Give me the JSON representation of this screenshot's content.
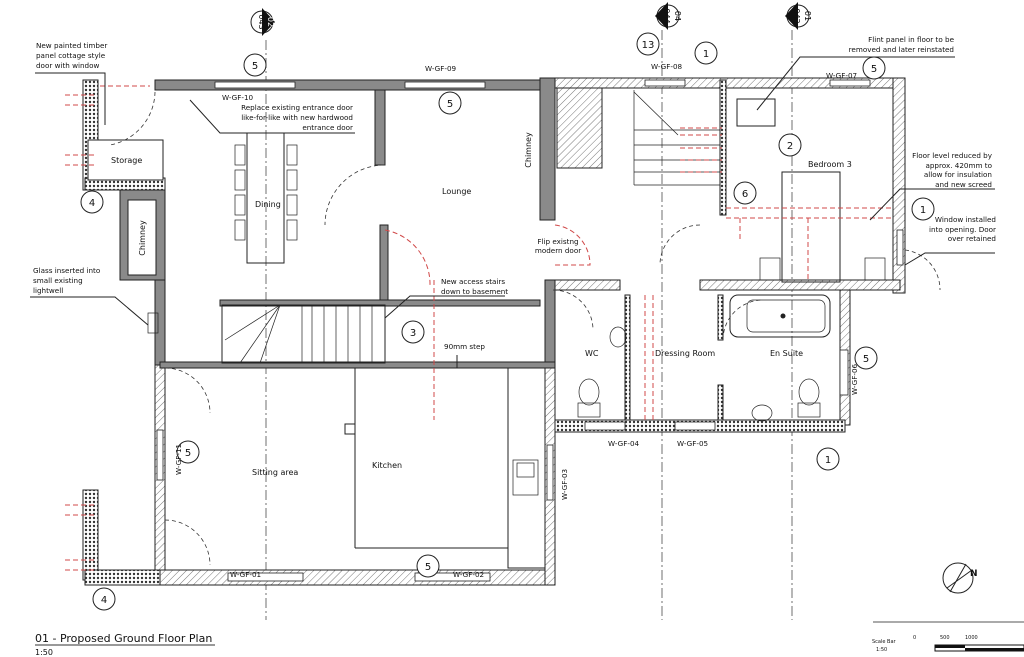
{
  "drawing": {
    "title": "01 - Proposed Ground Floor Plan",
    "scale": "1:50",
    "scale_bar": {
      "label": "Scale Bar",
      "ratio": "1:50",
      "ticks": [
        "0",
        "500",
        "1000"
      ]
    },
    "north_arrow": "N"
  },
  "section_markers": [
    {
      "top": "043",
      "bottom": "02"
    },
    {
      "top": "04",
      "bottom": "044"
    },
    {
      "top": "01",
      "bottom": "042"
    }
  ],
  "rooms": {
    "storage": "Storage",
    "dining": "Dining",
    "lounge": "Lounge",
    "chimney_lounge": "Chimney",
    "chimney_left": "Chimney",
    "bedroom3": "Bedroom 3",
    "wc": "WC",
    "dressing": "Dressing Room",
    "ensuite": "En Suite",
    "kitchen": "Kitchen",
    "sitting": "Sitting area"
  },
  "windows": {
    "w10": "W-GF-10",
    "w09": "W-GF-09",
    "w08": "W-GF-08",
    "w07": "W-GF-07",
    "w06": "W-GF-06",
    "w05": "W-GF-05",
    "w04": "W-GF-04",
    "w03": "W-GF-03",
    "w11": "W-GF-11",
    "w01": "W-GF-01",
    "w02": "W-GF-02"
  },
  "tags": [
    "5",
    "5",
    "13",
    "1",
    "5",
    "2",
    "6",
    "1",
    "3",
    "5",
    "5",
    "5",
    "4",
    "4",
    "1"
  ],
  "notes": {
    "door_cottage": [
      "New painted timber",
      "panel cottage style",
      "door with window"
    ],
    "entrance": [
      "Replace existing entrance door",
      "like-for-like with new hardwood",
      "entrance door"
    ],
    "glass": [
      "Glass inserted into",
      "small existing",
      "lightwell"
    ],
    "access_stairs": [
      "New access stairs",
      "down to basement"
    ],
    "step": "90mm step",
    "flip_door": [
      "Flip existng",
      "modern door"
    ],
    "flint": [
      "Flint panel in floor to be",
      "removed and later reinstated"
    ],
    "floor_level": [
      "Floor level reduced by",
      "approx. 420mm to",
      "allow for insulation",
      "and new screed"
    ],
    "window_installed": [
      "Window installed",
      "into opening. Door",
      "over retained"
    ]
  },
  "colors": {
    "demolition": "#d04848",
    "wall_existing": "#8a8a8a"
  }
}
